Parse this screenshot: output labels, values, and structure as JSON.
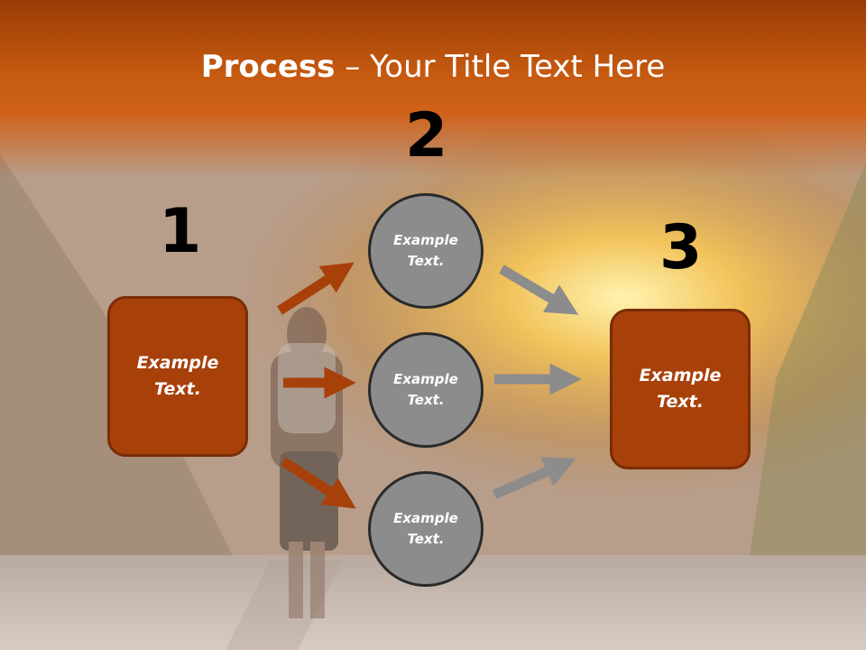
{
  "title": {
    "bold": "Process",
    "rest": " – Your Title Text Here"
  },
  "numbers": [
    "1",
    "2",
    "3"
  ],
  "box_left": {
    "text": "Example\nText."
  },
  "box_right": {
    "text": "Example\nText."
  },
  "circles": [
    {
      "text": "Example\nText."
    },
    {
      "text": "Example\nText."
    },
    {
      "text": "Example\nText."
    }
  ],
  "colors": {
    "accent": "#a8400a",
    "header": "#c85a0c",
    "arrow_orange": "#a8400a",
    "arrow_grey": "#8c8c8c",
    "circle_fill": "#8c8c8c"
  }
}
